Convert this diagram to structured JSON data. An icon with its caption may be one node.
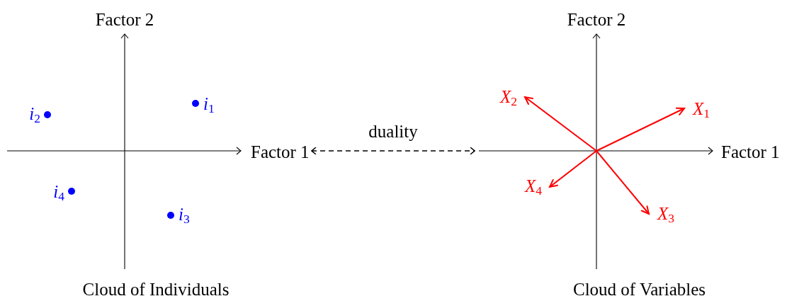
{
  "diagram": {
    "nodes": [
      {
        "text": [
          "Cloud of Individuals"
        ],
        "beside": [
          "Factor 2",
          "Factor 1"
        ]
      },
      {
        "text": [
          "Cloud of Variables"
        ]
      }
    ],
    "edges": [
      {
        "from": 0,
        "to": 1,
        "arrow": "both",
        "label": "duality",
        "style": "dashed"
      }
    ],
    "labels": [
      "i$_{2}$",
      "i$_{1}$",
      "i$_{4}$",
      "i$_{3}$",
      "Factor 2",
      "X$_{2}$",
      "X$_{1}$",
      "Factor 1",
      "X$_{4}$",
      "X$_{3}$"
    ]
  }
}
